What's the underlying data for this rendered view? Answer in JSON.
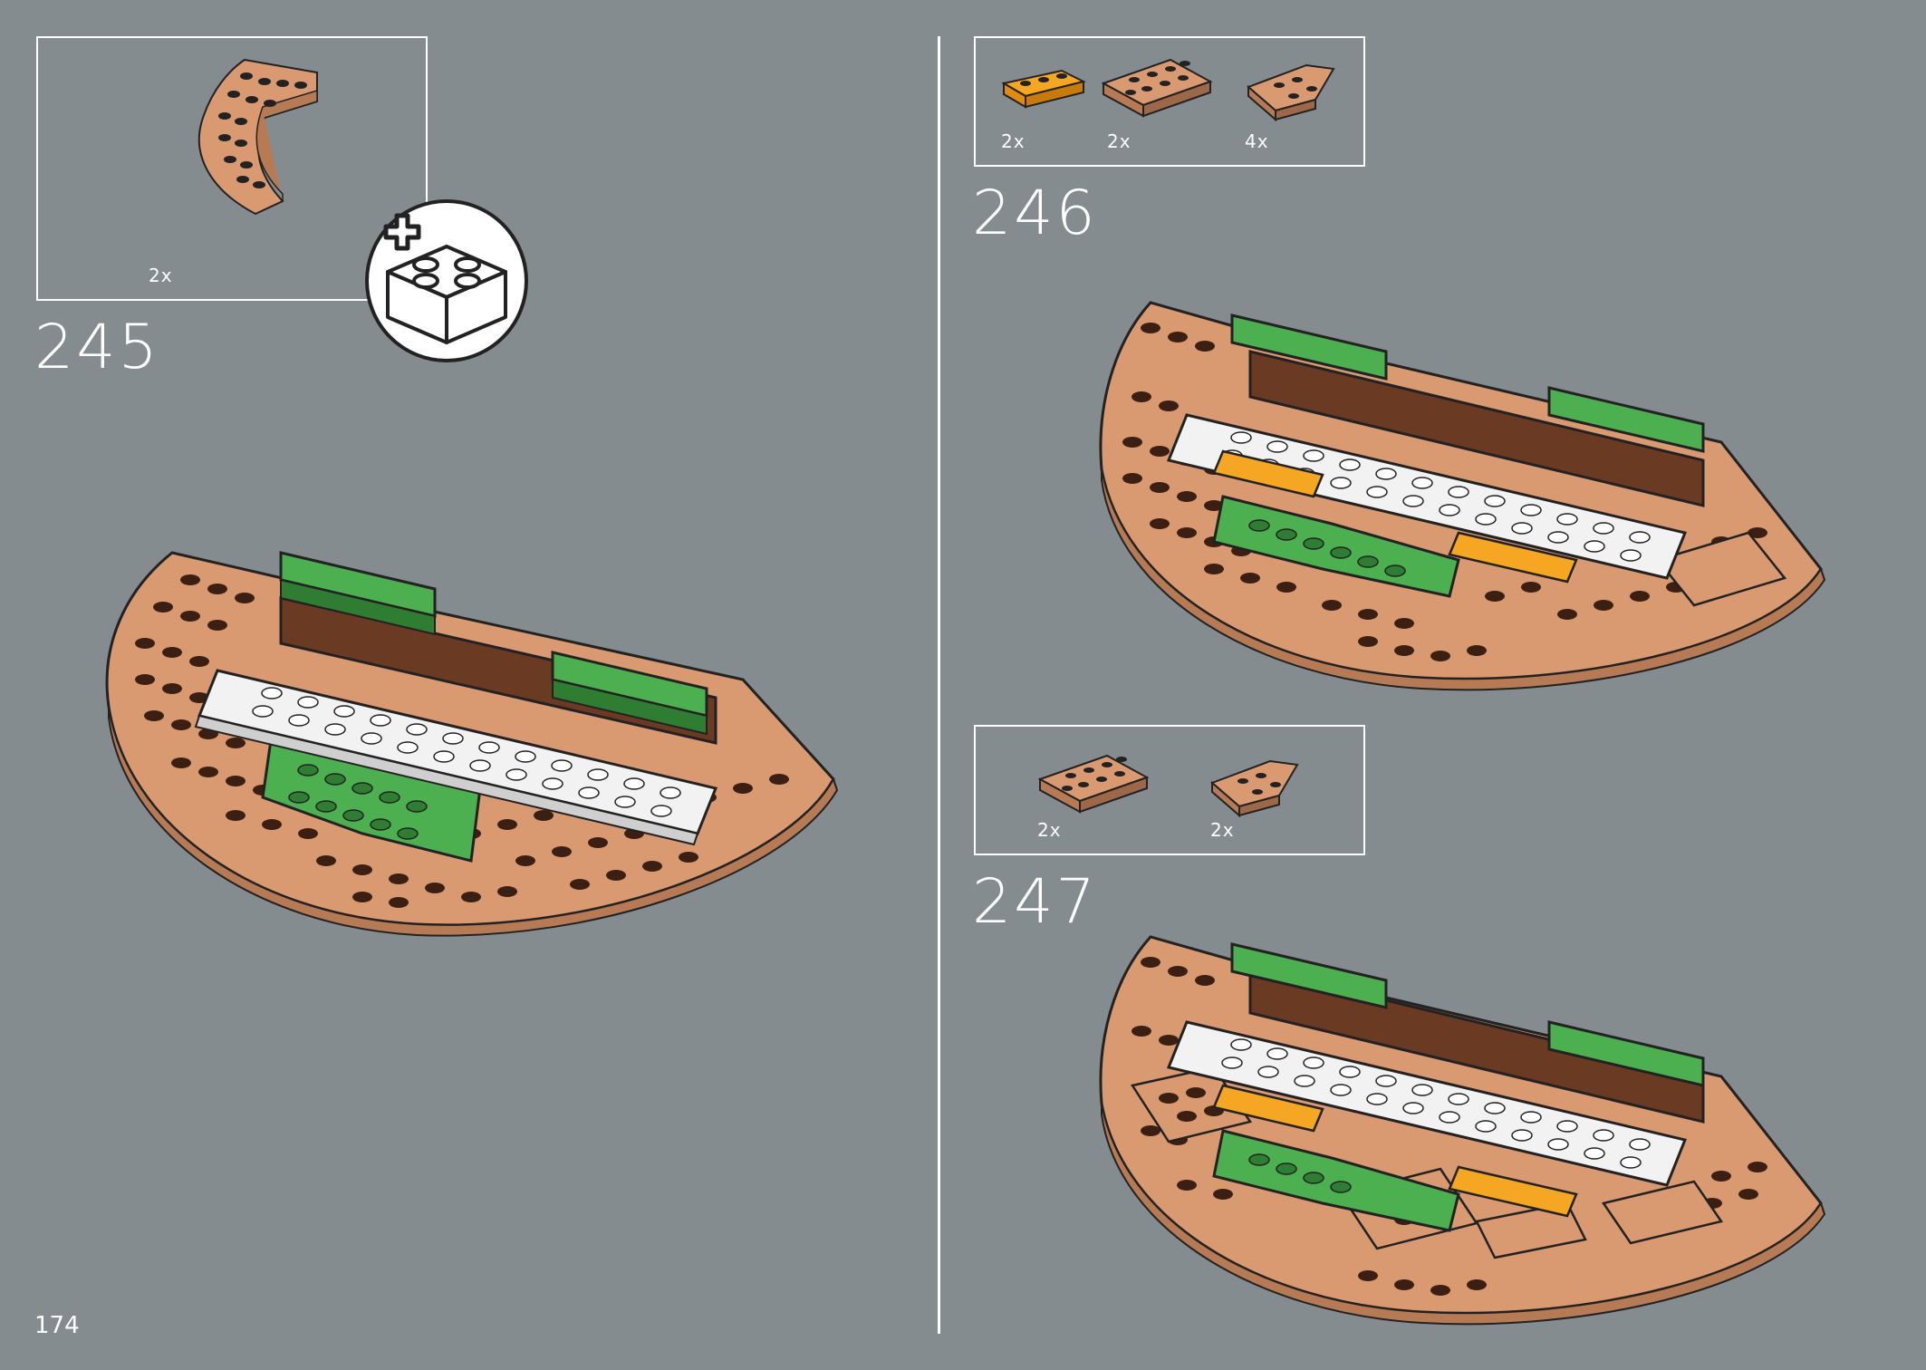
{
  "page": {
    "number": "174"
  },
  "colors": {
    "background": "#858c8f",
    "tan": "#d99a72",
    "tan_dark": "#b67a55",
    "green": "#4caf50",
    "white_plate": "#f2f2f2",
    "orange": "#f5a623",
    "brown": "#6b3a22",
    "outline": "#222222"
  },
  "steps": [
    {
      "number": "245",
      "parts": [
        {
          "name": "tan-quarter-round-plate-icon",
          "quantity": "2x"
        }
      ],
      "badge": "add-new-brick-icon"
    },
    {
      "number": "246",
      "parts": [
        {
          "name": "orange-plate-1x3-icon",
          "quantity": "2x"
        },
        {
          "name": "tan-plate-2x4-icon",
          "quantity": "2x"
        },
        {
          "name": "tan-wedge-plate-icon",
          "quantity": "4x"
        }
      ]
    },
    {
      "number": "247",
      "parts": [
        {
          "name": "tan-plate-2x4-icon",
          "quantity": "2x"
        },
        {
          "name": "tan-wedge-plate-icon",
          "quantity": "2x"
        }
      ]
    }
  ]
}
